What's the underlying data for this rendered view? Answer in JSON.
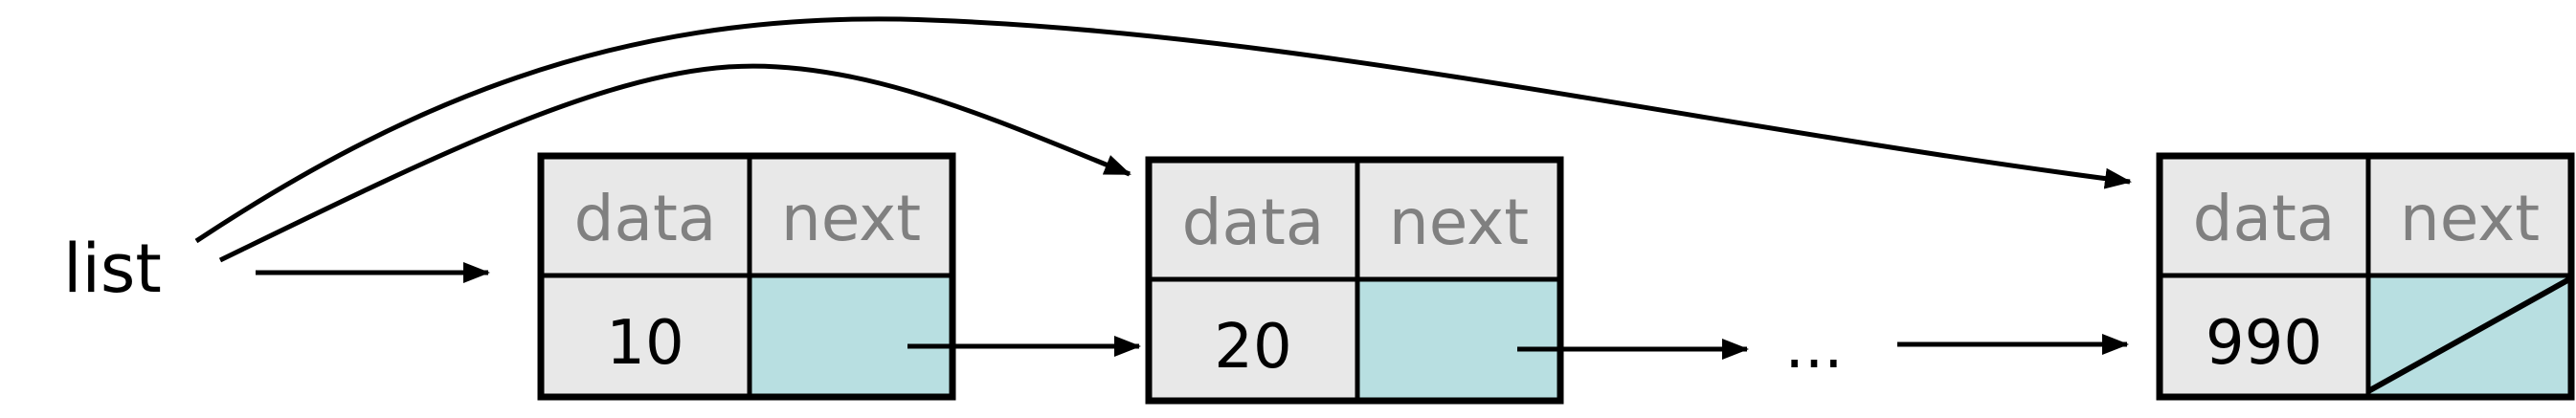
{
  "variable_label": "list",
  "ellipsis": "...",
  "nodes": [
    {
      "data_label": "data",
      "next_label": "next",
      "value": "10",
      "next_is_null": false
    },
    {
      "data_label": "data",
      "next_label": "next",
      "value": "20",
      "next_is_null": false
    },
    {
      "data_label": "data",
      "next_label": "next",
      "value": "990",
      "next_is_null": true
    }
  ],
  "colors": {
    "header_fill": "#e8e8e8",
    "data_fill": "#e8e8e8",
    "pointer_fill": "#b8dfe1",
    "header_text": "#808080",
    "border": "#000000",
    "arrow": "#000000"
  }
}
